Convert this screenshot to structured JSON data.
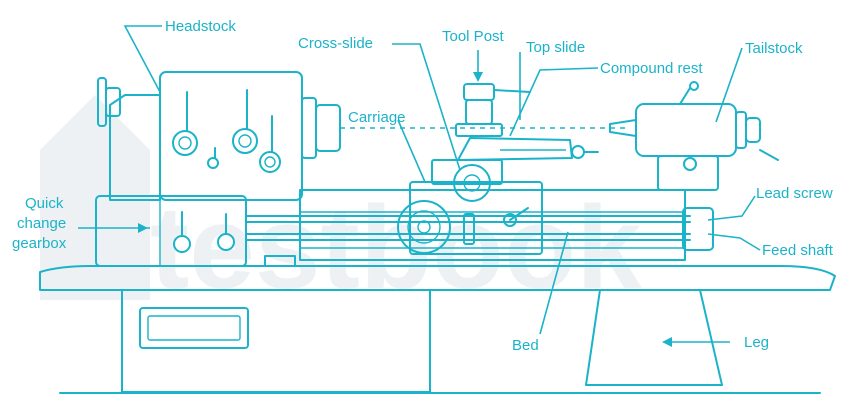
{
  "watermark": "testbook",
  "colors": {
    "line": "#1bb3c9",
    "watermark": "#eef1f3",
    "background": "#ffffff"
  },
  "labels": {
    "headstock": "Headstock",
    "cross_slide": "Cross-slide",
    "tool_post": "Tool Post",
    "top_slide": "Top slide",
    "compound_rest": "Compound rest",
    "tailstock": "Tailstock",
    "carriage": "Carriage",
    "quick_change_1": "Quick",
    "quick_change_2": "change",
    "quick_change_3": "gearbox",
    "lead_screw": "Lead screw",
    "feed_shaft": "Feed shaft",
    "bed": "Bed",
    "leg": "Leg"
  }
}
